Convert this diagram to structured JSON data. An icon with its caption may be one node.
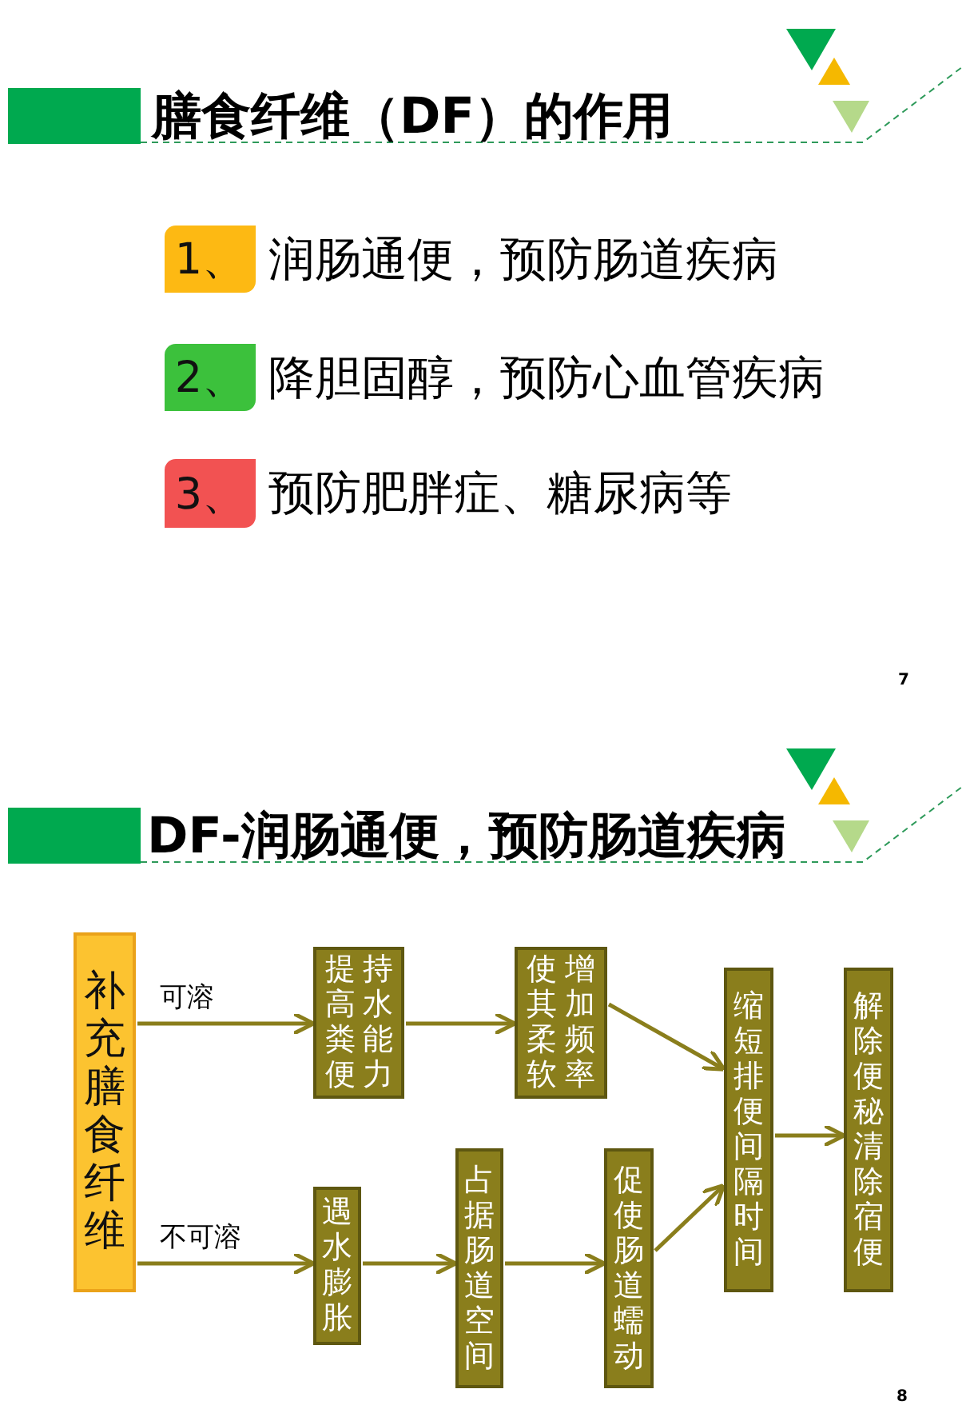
{
  "diagram": {
    "nodes": [
      {
        "text": [
          "1、"
        ],
        "beside": [
          "润肠通便，预防肠道疾病"
        ]
      },
      {
        "text": [
          "2、"
        ],
        "beside": [
          "降胆固醇，预防心血管疾病"
        ]
      },
      {
        "text": [
          "3、"
        ],
        "beside": [
          "预防肥胖症、糖尿病等"
        ]
      },
      {
        "text": [
          "补充膳食纤维"
        ]
      },
      {
        "text": [
          "提高粪便持水能力"
        ]
      },
      {
        "text": [
          "使其柔软增加频率"
        ]
      },
      {
        "text": [
          "遇水膨胀"
        ]
      },
      {
        "text": [
          "占据肠道空间"
        ]
      },
      {
        "text": [
          "促使肠道蠕动"
        ]
      },
      {
        "text": [
          "缩短排便间隔时间"
        ]
      },
      {
        "text": [
          "解除便秘清除宿便"
        ]
      }
    ],
    "edges": [
      {
        "from": 3,
        "to": 4,
        "arrow": "to",
        "label": "可溶"
      },
      {
        "from": 3,
        "to": 6,
        "arrow": "to",
        "label": "不可溶"
      },
      {
        "from": 4,
        "to": 5,
        "arrow": "to"
      },
      {
        "from": 5,
        "to": 9,
        "arrow": "to"
      },
      {
        "from": 6,
        "to": 7,
        "arrow": "to"
      },
      {
        "from": 7,
        "to": 8,
        "arrow": "to"
      },
      {
        "from": 8,
        "to": 9,
        "arrow": "to"
      },
      {
        "from": 9,
        "to": 10,
        "arrow": "to"
      }
    ],
    "labels": [
      "膳食纤维（DF）的作用",
      "7",
      "DF-润肠通便，预防肠道疾病",
      "8"
    ]
  }
}
